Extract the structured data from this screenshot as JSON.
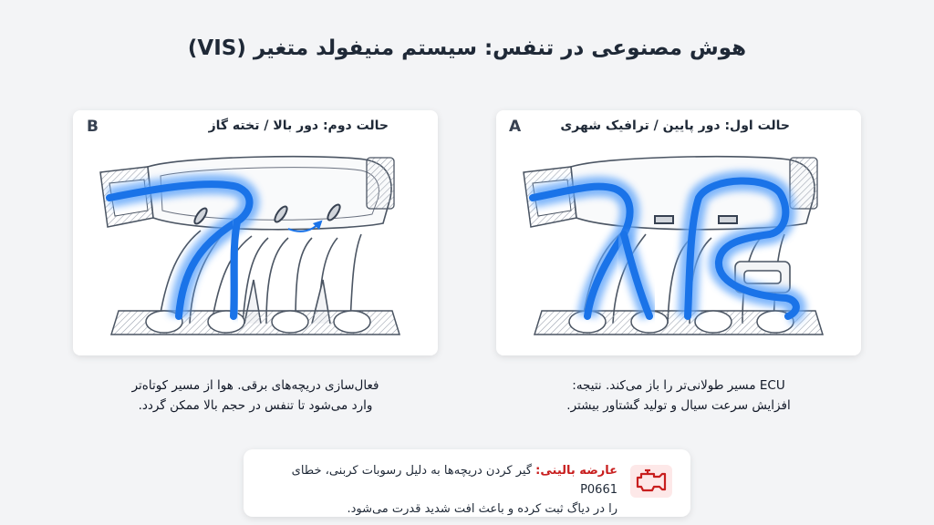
{
  "title": "هوش مصنوعی در تنفس: سیستم منیفولد متغیر (VIS)",
  "panels": {
    "a": {
      "letter": "A",
      "heading": "حالت اول: دور پایین / ترافیک شهری",
      "caption_line1": "ECU مسیر طولانی‌تر را باز می‌کند. نتیجه:",
      "caption_line2": "افزایش سرعت سیال و تولید گشتاور بیشتر."
    },
    "b": {
      "letter": "B",
      "heading": "حالت دوم: دور بالا / تخته گاز",
      "caption_line1": "فعال‌سازی دریچه‌های برقی. هوا از مسیر کوتاه‌تر",
      "caption_line2": "وارد می‌شود تا تنفس در حجم بالا ممکن گردد."
    }
  },
  "warning": {
    "label": "عارضه بالینی:",
    "text_line1": "گیر کردن دریچه‌ها به دلیل رسوبات کربنی، خطای P0661",
    "text_line2": "را در دیاگ ثبت کرده و باعث افت شدید قدرت می‌شود.",
    "icon": "check-engine-icon",
    "icon_color": "#c81e1e"
  },
  "colors": {
    "airflow": "#1a73e8",
    "airflow_glow": "#60a5fa",
    "outline": "#4b5563"
  }
}
